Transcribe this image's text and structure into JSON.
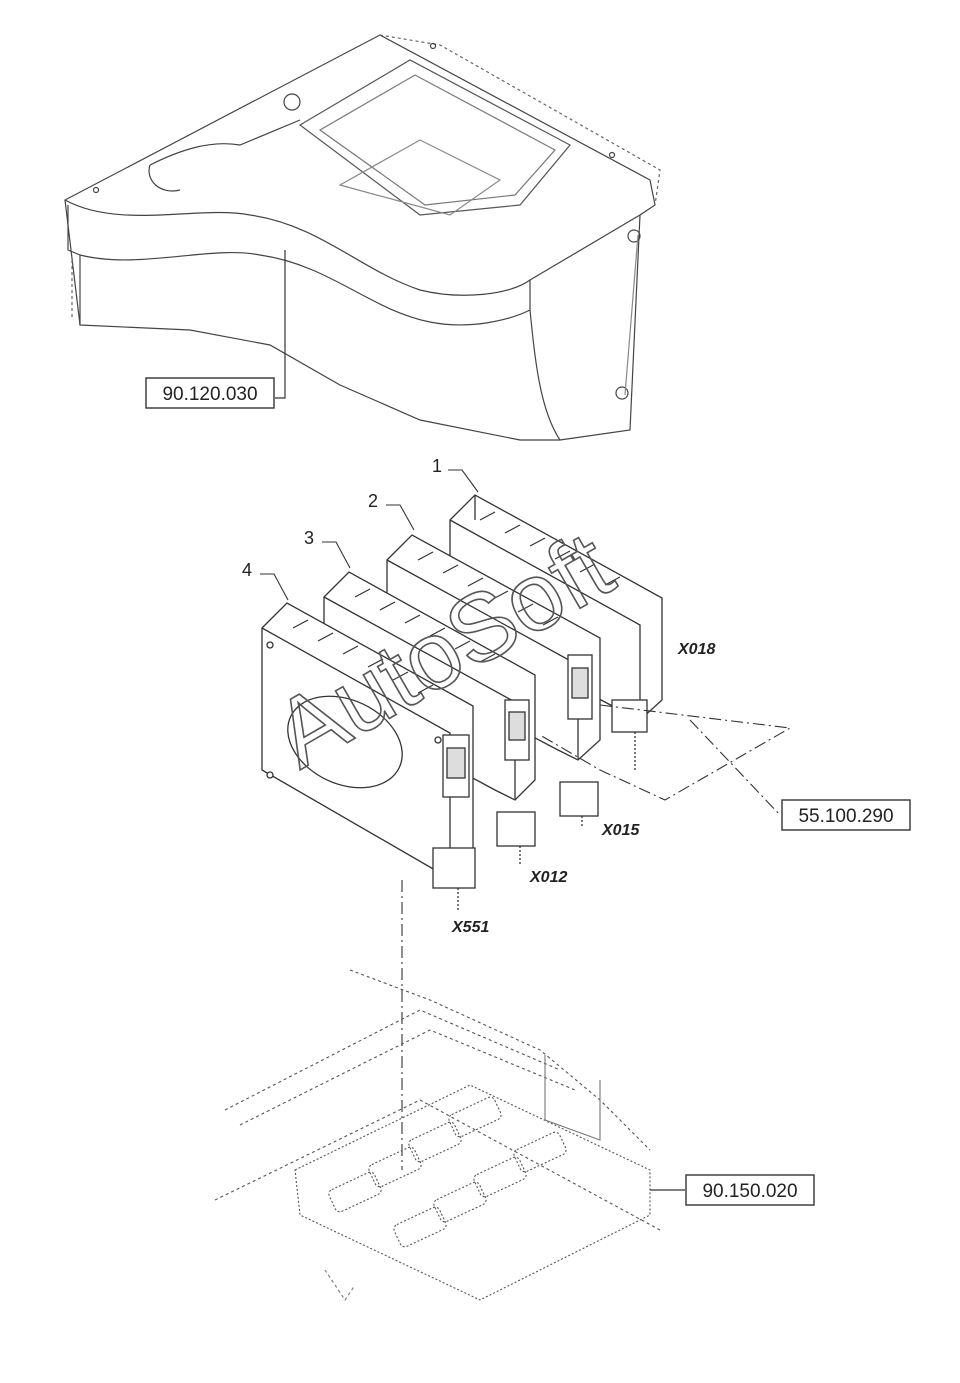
{
  "references": {
    "console": "90.120.030",
    "harness": "55.100.290",
    "floor": "90.150.020"
  },
  "item_numbers": [
    "1",
    "2",
    "3",
    "4"
  ],
  "connectors": {
    "x018": "X018",
    "x015": "X015",
    "x012": "X012",
    "x551": "X551"
  },
  "watermark": "AutoSoft"
}
